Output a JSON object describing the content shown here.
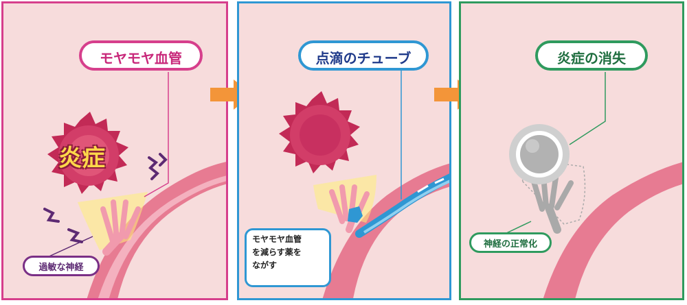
{
  "panels": {
    "before": {
      "title": "モヤモヤ血管",
      "center_text": "炎症",
      "sub_label": "過敏な神経"
    },
    "treatment": {
      "title": "点滴のチューブ",
      "bubble_lines": [
        "モヤモヤ血管",
        "を減らす薬を",
        "ながす"
      ]
    },
    "after": {
      "title": "炎症の消失",
      "sub_label": "神経の正常化"
    }
  },
  "colors": {
    "panel1_border": "#d63f8c",
    "panel2_border": "#2f97d3",
    "panel3_border": "#2f9a5e",
    "sub_label_1_border": "#7a2f86",
    "arrow": "#f39539",
    "background": "#f7dcdc"
  }
}
